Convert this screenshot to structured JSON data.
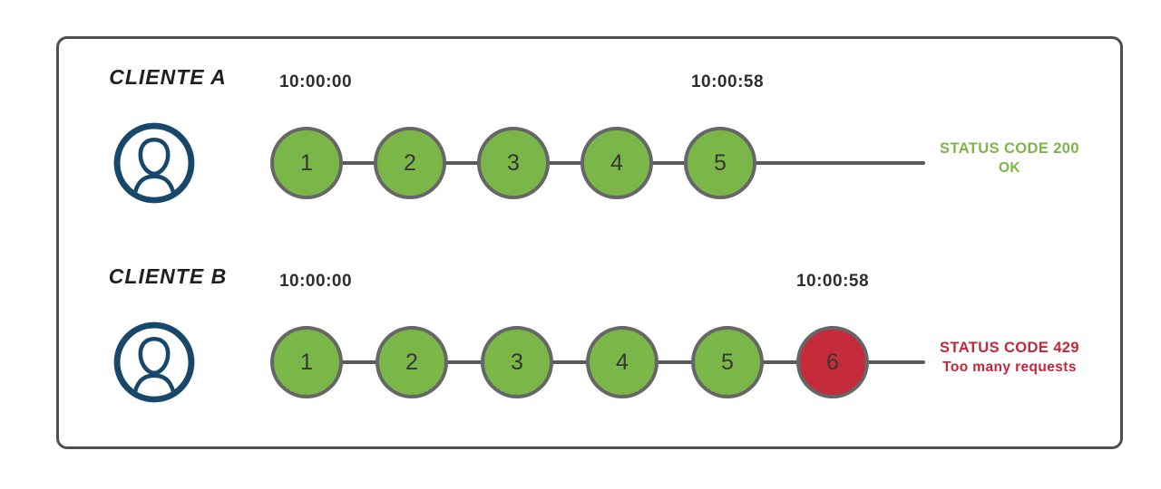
{
  "colors": {
    "request_ok_green": "#7ab648",
    "request_limited_red": "#c52b3b",
    "status_ok_text_green": "#7ab648",
    "status_error_text_red": "#c5273a",
    "avatar_navy": "#17486b",
    "circle_border_gray": "#666666",
    "timeline_gray": "#595959",
    "frame_border_gray": "#4f4f4f"
  },
  "diagram": {
    "rows": [
      {
        "client_label": "CLIENTE A",
        "avatar_icon": "user-avatar-icon",
        "start_time": "10:00:00",
        "end_time": "10:00:58",
        "requests": [
          {
            "label": "1",
            "status": "ok"
          },
          {
            "label": "2",
            "status": "ok"
          },
          {
            "label": "3",
            "status": "ok"
          },
          {
            "label": "4",
            "status": "ok"
          },
          {
            "label": "5",
            "status": "ok"
          }
        ],
        "status_code_line": "STATUS CODE 200",
        "status_message_line": "OK"
      },
      {
        "client_label": "CLIENTE B",
        "avatar_icon": "user-avatar-icon",
        "start_time": "10:00:00",
        "end_time": "10:00:58",
        "requests": [
          {
            "label": "1",
            "status": "ok"
          },
          {
            "label": "2",
            "status": "ok"
          },
          {
            "label": "3",
            "status": "ok"
          },
          {
            "label": "4",
            "status": "ok"
          },
          {
            "label": "5",
            "status": "ok"
          },
          {
            "label": "6",
            "status": "rate-limited"
          }
        ],
        "status_code_line": "STATUS CODE 429",
        "status_message_line": "Too many requests"
      }
    ]
  }
}
